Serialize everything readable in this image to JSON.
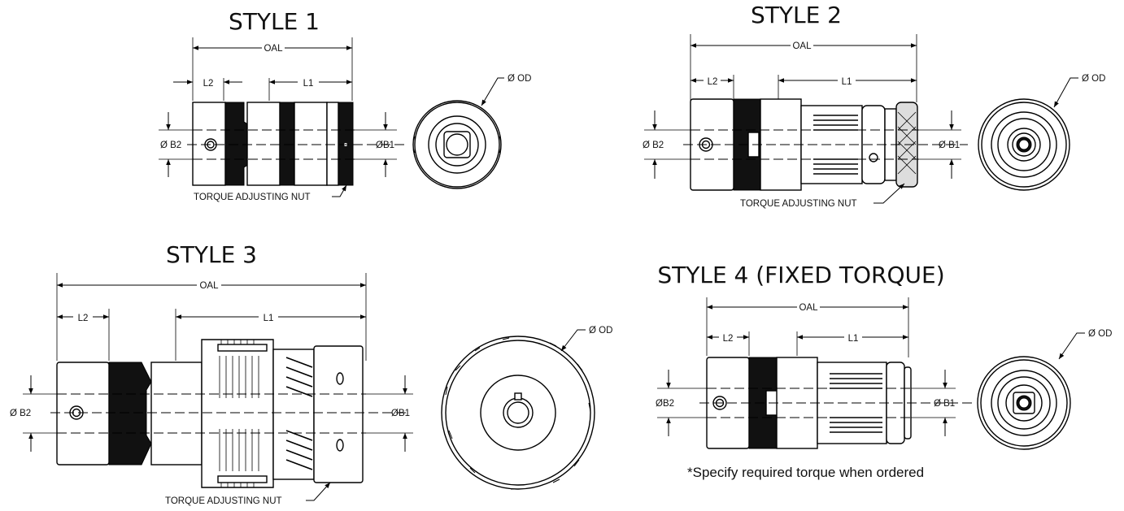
{
  "styles": [
    {
      "title": "STYLE 1",
      "oal": "OAL",
      "l1": "L1",
      "l2": "L2",
      "b1": "ØB1",
      "b2": "Ø B2",
      "od": "Ø OD",
      "nut": "TORQUE ADJUSTING NUT"
    },
    {
      "title": "STYLE 2",
      "oal": "OAL",
      "l1": "L1",
      "l2": "L2",
      "b1": "Ø B1",
      "b2": "Ø B2",
      "od": "Ø OD",
      "nut": "TORQUE ADJUSTING NUT"
    },
    {
      "title": "STYLE 3",
      "oal": "OAL",
      "l1": "L1",
      "l2": "L2",
      "b1": "ØB1",
      "b2": "Ø B2",
      "od": "Ø OD",
      "nut": "TORQUE ADJUSTING NUT"
    },
    {
      "title": "STYLE 4 (FIXED TORQUE)",
      "oal": "OAL",
      "l1": "L1",
      "l2": "L2",
      "b1": "Ø B1",
      "b2": "ØB2",
      "od": "Ø OD",
      "note": "*Specify required torque when ordered"
    }
  ]
}
